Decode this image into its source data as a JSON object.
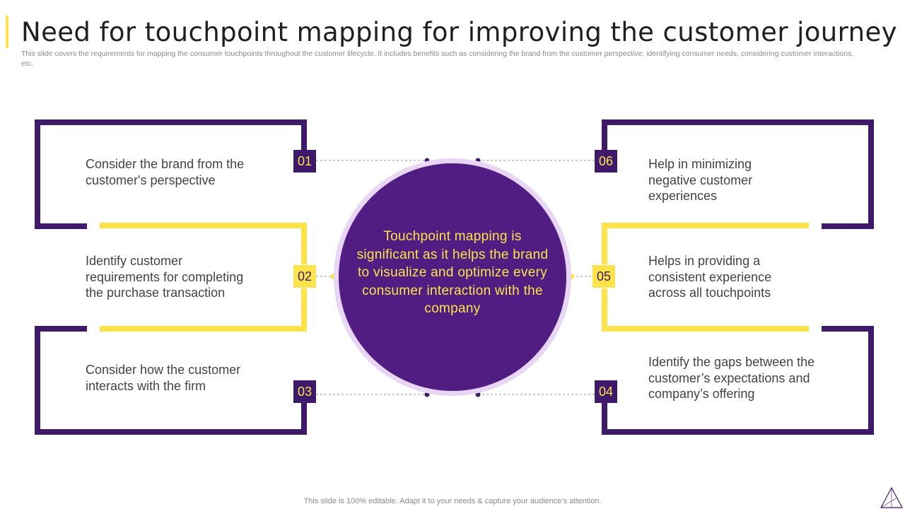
{
  "header": {
    "title": "Need for touchpoint mapping for improving the customer journey",
    "subtitle": "This slide covers the requirements for mapping the consumer touchpoints throughout the customer lifecycle. It includes benefits such as considering the brand from the customer perspective, identifying consumer needs, considering customer interactions, etc."
  },
  "center": {
    "text": "Touchpoint mapping is significant as it helps the brand to visualize and optimize every consumer interaction with the company"
  },
  "items": [
    {
      "number": "01",
      "text": "Consider the brand from the customer's perspective"
    },
    {
      "number": "02",
      "text": "Identify customer requirements for completing the purchase transaction"
    },
    {
      "number": "03",
      "text": "Consider how the customer interacts with the firm"
    },
    {
      "number": "04",
      "text": "Identify the gaps between the customer’s expectations and company’s offering"
    },
    {
      "number": "05",
      "text": "Helps in providing a consistent experience across all touchpoints"
    },
    {
      "number": "06",
      "text": "Help in minimizing negative customer experiences"
    }
  ],
  "footer": {
    "text": "This slide is 100% editable. Adapt it to your needs & capture your audience’s attention."
  },
  "colors": {
    "purple": "#3f1a6b",
    "circle_fill": "#521d82",
    "circle_ring": "#e7d6f6",
    "yellow": "#fde34a"
  }
}
